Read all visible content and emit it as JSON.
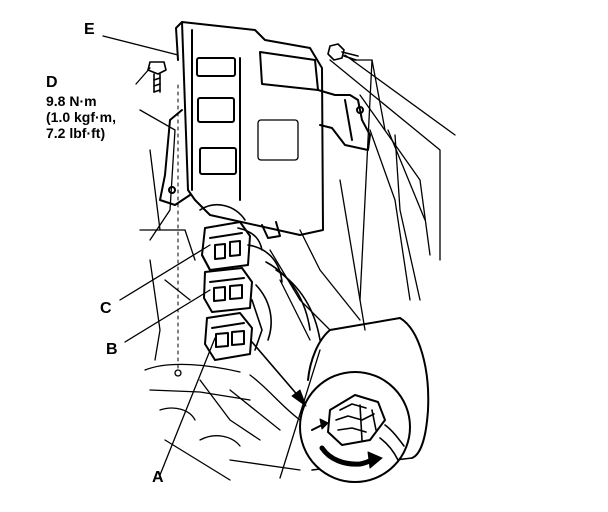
{
  "callouts": {
    "a": "A",
    "b": "B",
    "c": "C",
    "d": "D",
    "e": "E"
  },
  "torque": {
    "line1": "9.8 N·m",
    "line2": "(1.0 kgf·m,",
    "line3": "7.2 lbf·ft)"
  }
}
